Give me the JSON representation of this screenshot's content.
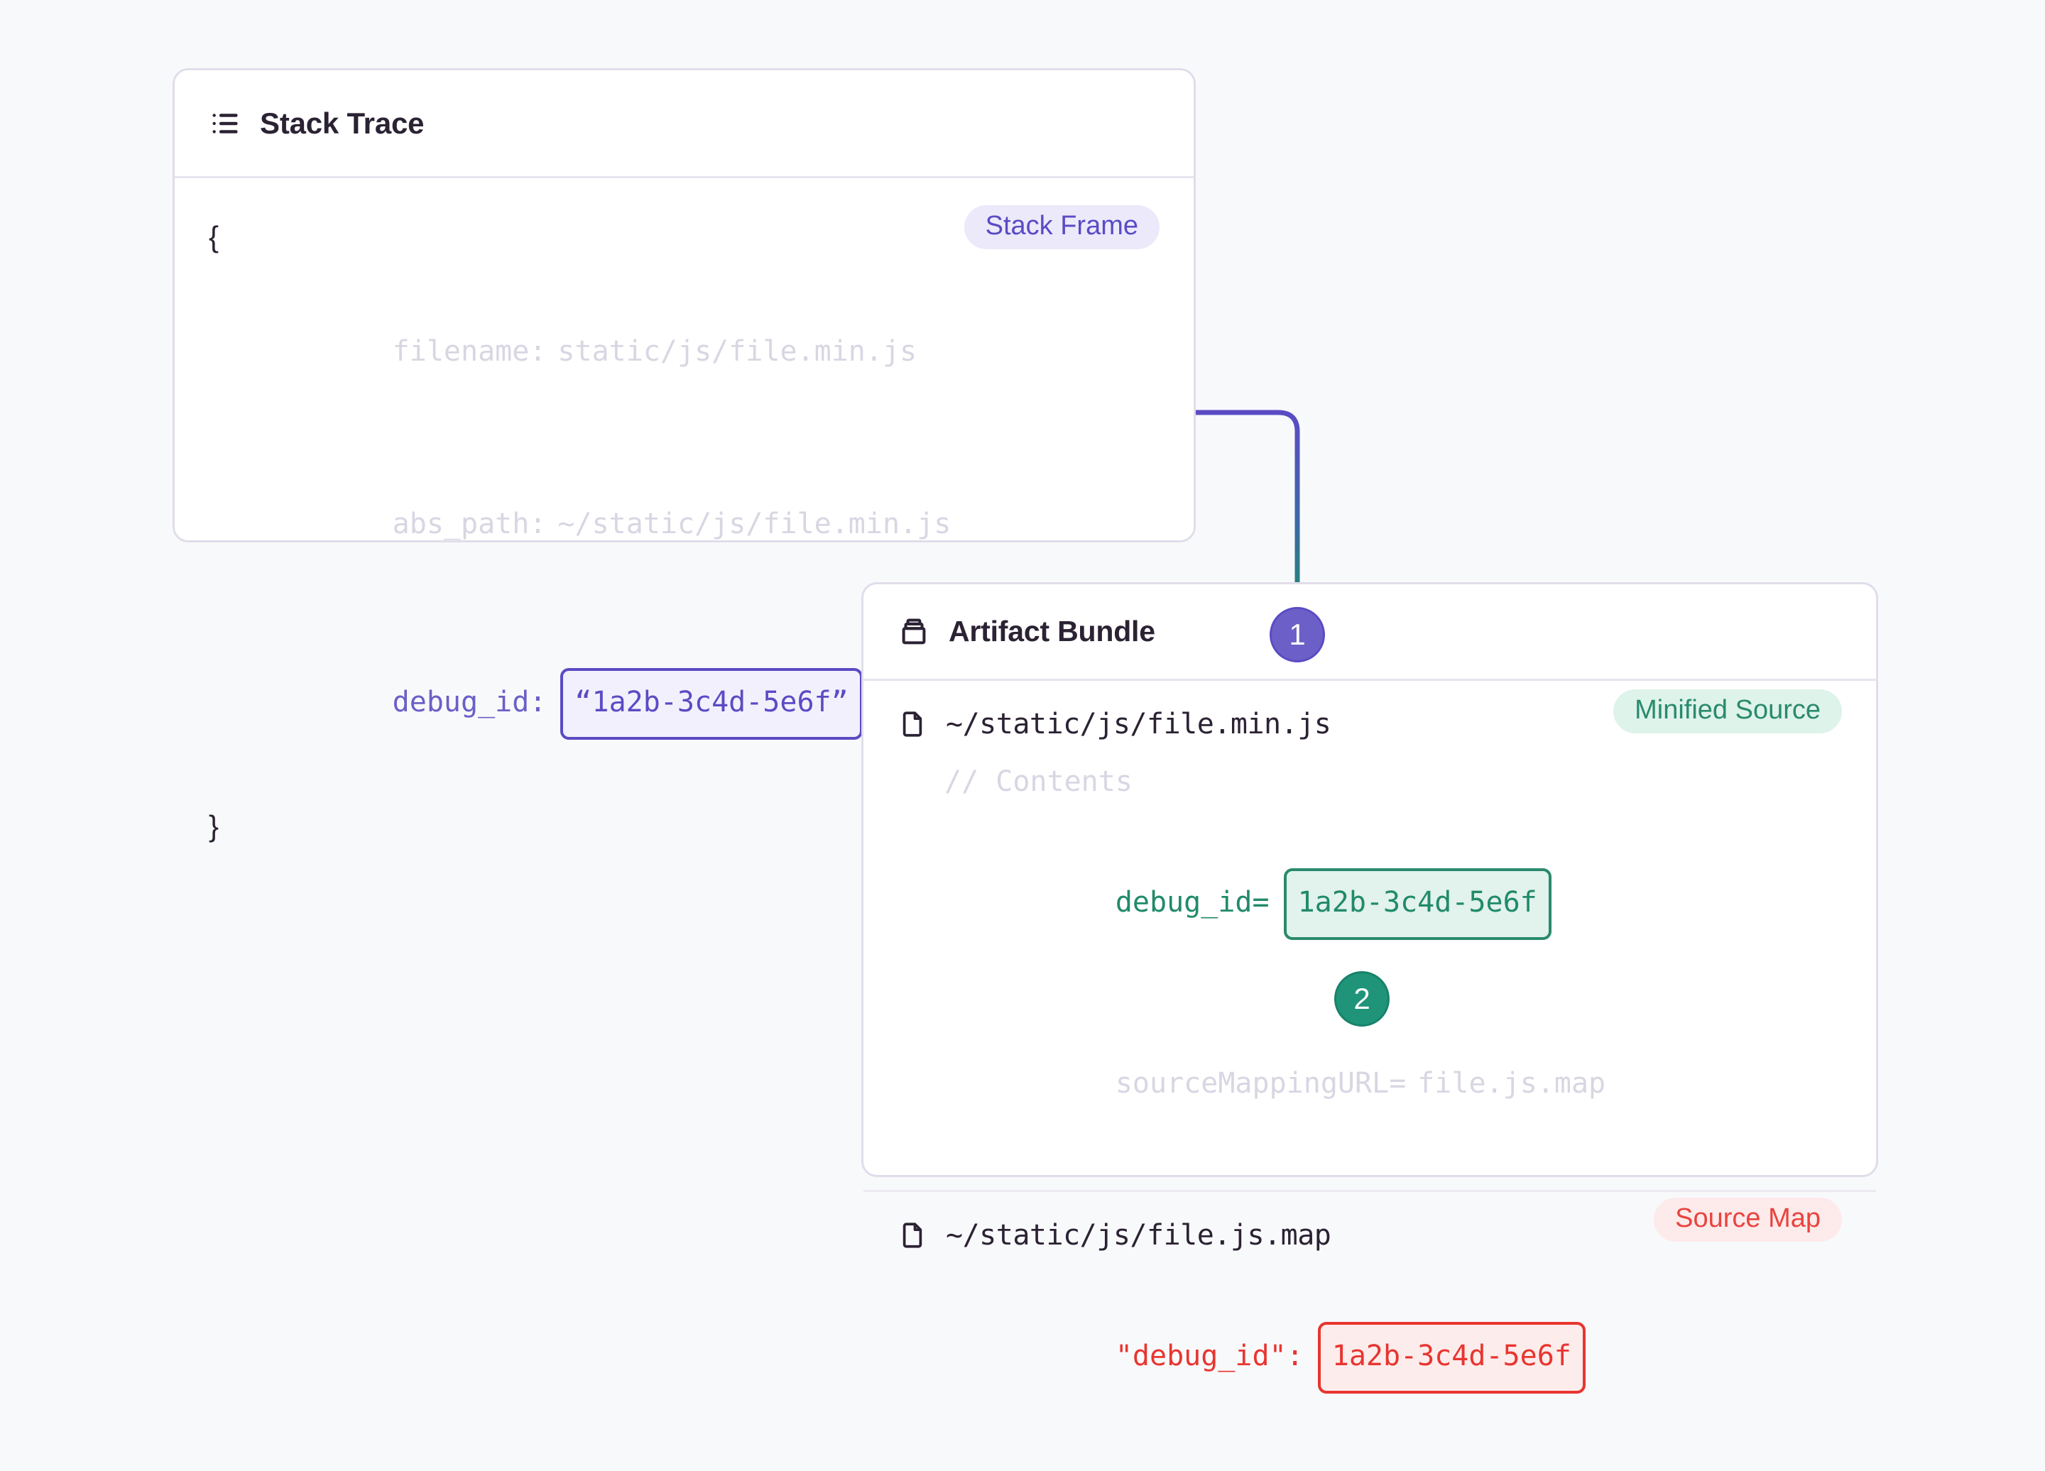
{
  "background_color": "#f8f9fb",
  "stack_trace_card": {
    "title": "Stack Trace",
    "icon": "list-icon",
    "badge": "Stack Frame",
    "badge_color": "#5a4bc4",
    "open_brace": "{",
    "close_brace": "}",
    "fields": [
      {
        "key": "filename:",
        "value": "static/js/file.min.js",
        "style": "dim"
      },
      {
        "key": "abs_path:",
        "value": "~/static/js/file.min.js",
        "style": "dim"
      }
    ],
    "debug_id": {
      "key": "debug_id:",
      "value": "“1a2b-3c4d-5e6f”",
      "color": "#5a4bc4"
    }
  },
  "artifact_bundle_card": {
    "title": "Artifact Bundle",
    "icon": "archive-box-icon",
    "files": [
      {
        "icon": "file-icon",
        "name": "~/static/js/file.min.js",
        "badge": "Minified Source",
        "badge_color": "#2a8a6d",
        "lines": [
          {
            "text": "// Contents",
            "style": "dim"
          }
        ],
        "debug_id": {
          "key": "debug_id=",
          "value": "1a2b-3c4d-5e6f",
          "color": "#218a6a"
        },
        "trailing_lines": [
          {
            "key": "sourceMappingURL=",
            "value": "file.js.map",
            "style": "dim"
          }
        ]
      },
      {
        "icon": "file-icon",
        "name": "~/static/js/file.js.map",
        "badge": "Source Map",
        "badge_color": "#e8352f",
        "lines": [],
        "debug_id": {
          "key": "\"debug_id\":",
          "value": "1a2b-3c4d-5e6f",
          "color": "#e8352f"
        },
        "trailing_lines": []
      }
    ]
  },
  "connectors": {
    "step_1": {
      "label": "1",
      "color": "#6c5fc7"
    },
    "step_2": {
      "label": "2",
      "color": "#1f9479"
    },
    "wire_colors": {
      "stack_to_bundle": "#5a4bc4",
      "bundle_to_minified": "#1f8a6e",
      "minified_to_sourcemap": "#c8413c"
    }
  }
}
